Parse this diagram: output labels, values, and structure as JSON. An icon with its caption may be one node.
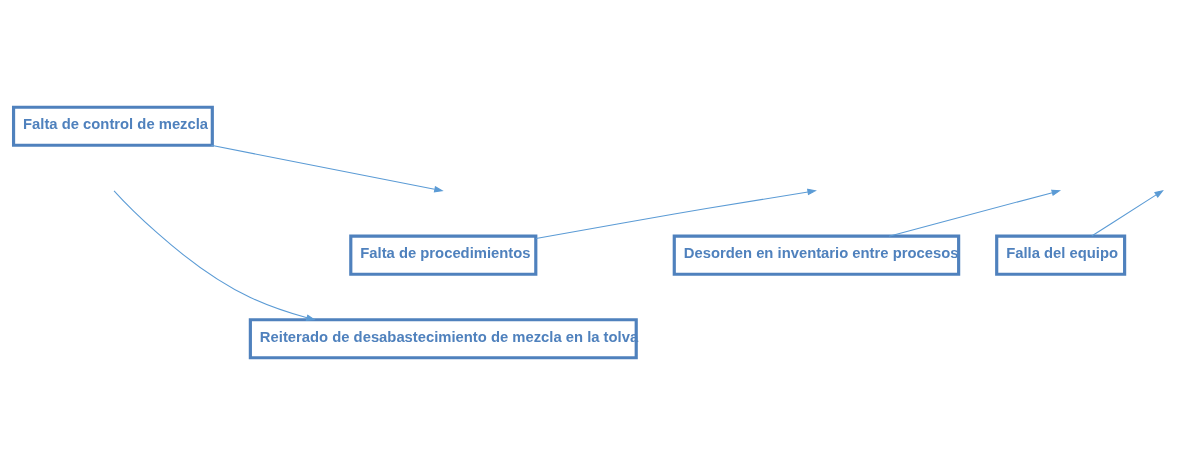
{
  "diagram": {
    "nodes": [
      {
        "text": [
          "Falta de control de mezcla"
        ]
      },
      {
        "text": [
          "Desorden en inventario entre procesos"
        ]
      },
      {
        "text": [
          "Reiterado de desabastecimiento de mezcla en la tolva"
        ]
      },
      {
        "text": [
          "Falta de procedimientos"
        ]
      },
      {
        "text": [
          "Falla del equipo"
        ]
      }
    ],
    "edges": [
      {
        "from": null,
        "to": 2,
        "arrow": "to"
      },
      {
        "from": 0,
        "to": null,
        "arrow": "to"
      },
      {
        "from": 3,
        "to": null,
        "arrow": "to"
      },
      {
        "from": 1,
        "to": null,
        "arrow": "to"
      },
      {
        "from": 4,
        "to": null,
        "arrow": "to"
      }
    ]
  }
}
